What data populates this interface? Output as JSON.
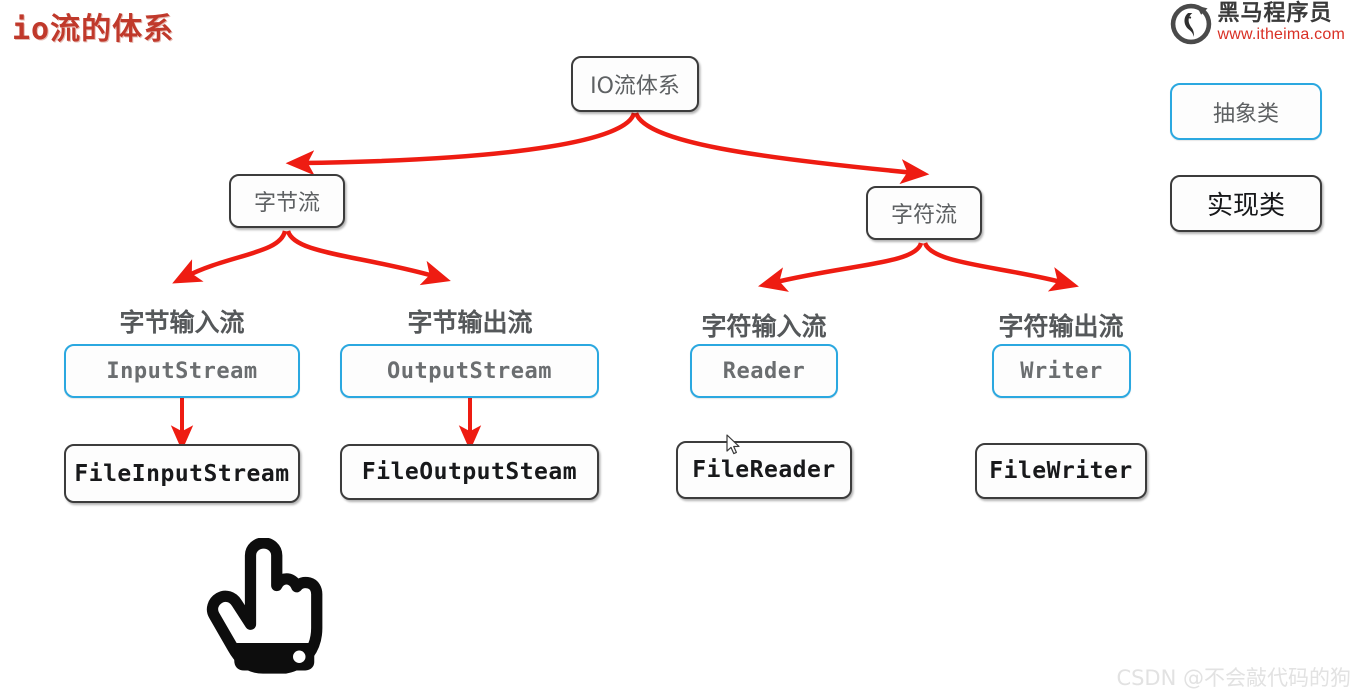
{
  "page": {
    "title": "io流的体系",
    "watermark": "CSDN @不会敲代码的狗",
    "background_color": "#ffffff",
    "title_color": "#c0392b",
    "arrow_color": "#ee1c12",
    "abstract_border_color": "#2ba8e0",
    "concrete_border_color": "#3c3c3c"
  },
  "logo": {
    "brand_cn": "黑马程序员",
    "url": "www.itheima.com",
    "mark_name": "horse-head-circle-logo"
  },
  "legend": {
    "abstract": {
      "label": "抽象类",
      "style": "blue-border"
    },
    "concrete": {
      "label": "实现类",
      "style": "dark-border"
    }
  },
  "diagram": {
    "type": "tree",
    "root": {
      "label": "IO流体系",
      "style": "dark-border"
    },
    "level1": [
      {
        "label": "字节流",
        "style": "dark-border"
      },
      {
        "label": "字符流",
        "style": "dark-border"
      }
    ],
    "branches": [
      {
        "caption": "字节输入流",
        "abstract_class": "InputStream",
        "concrete_class": "FileInputStream",
        "has_arrow_to_concrete": true
      },
      {
        "caption": "字节输出流",
        "abstract_class": "OutputStream",
        "concrete_class": "FileOutputSteam",
        "has_arrow_to_concrete": true
      },
      {
        "caption": "字符输入流",
        "abstract_class": "Reader",
        "concrete_class": "FileReader",
        "has_arrow_to_concrete": false
      },
      {
        "caption": "字符输出流",
        "abstract_class": "Writer",
        "concrete_class": "FileWriter",
        "has_arrow_to_concrete": false
      }
    ]
  },
  "cursors": {
    "hand_graphic": "pointing-hand-cursor",
    "mouse_pointer": "arrow-pointer-cursor"
  }
}
